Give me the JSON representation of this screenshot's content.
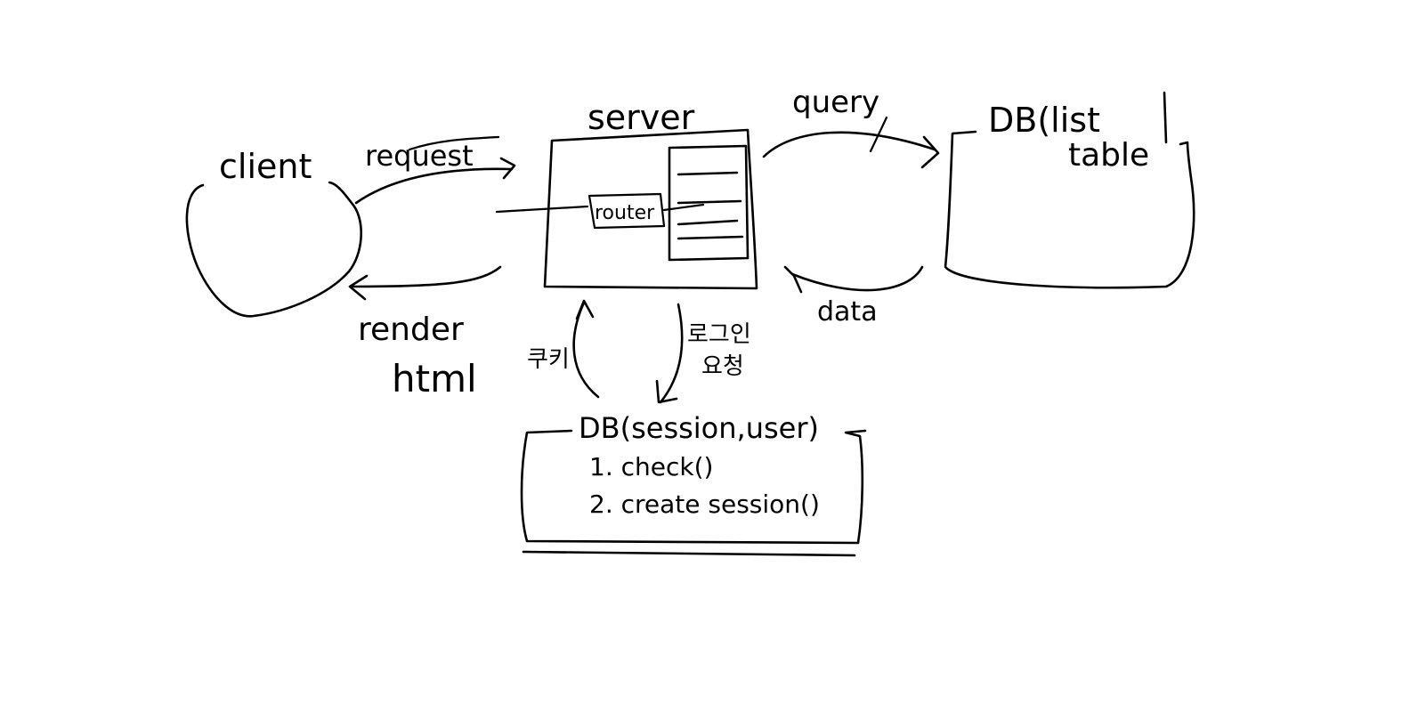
{
  "nodes": {
    "client": {
      "label": "client"
    },
    "server": {
      "label": "server",
      "router_label": "router"
    },
    "db_list": {
      "label_line1": "DB(list",
      "label_line2": "table"
    },
    "db_session": {
      "label": "DB(session,user)",
      "step1": "1. check()",
      "step2": "2. create session()"
    }
  },
  "edges": {
    "request": "request",
    "render": "render",
    "render_html": "html",
    "query": "query",
    "data": "data",
    "login_line1": "로그인",
    "login_line2": "요청",
    "cookie": "쿠키"
  }
}
